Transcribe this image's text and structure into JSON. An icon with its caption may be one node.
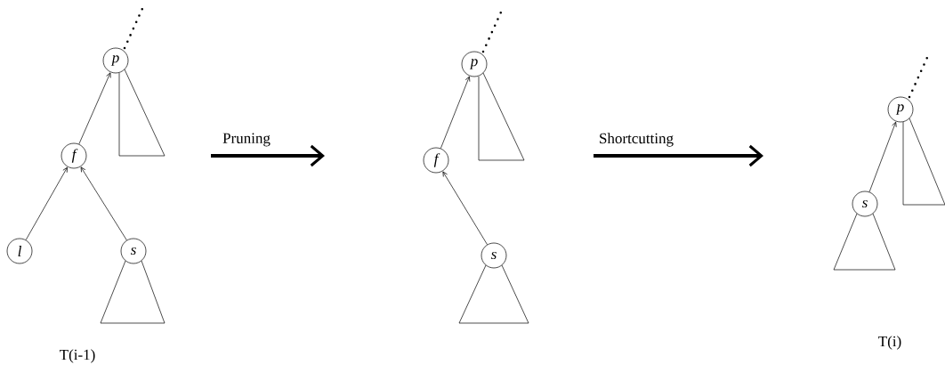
{
  "diagram": {
    "nodes": [
      {
        "text": [
          "p"
        ]
      },
      {
        "text": [
          "f"
        ]
      },
      {
        "text": [
          "l"
        ]
      },
      {
        "text": [
          "s"
        ]
      },
      {
        "text": [
          "p"
        ]
      },
      {
        "text": [
          "f"
        ]
      },
      {
        "text": [
          "s"
        ]
      },
      {
        "text": [
          "p"
        ]
      },
      {
        "text": [
          "s"
        ]
      }
    ],
    "edges": [
      {
        "from": 1,
        "to": 0,
        "arrow": "to"
      },
      {
        "from": 2,
        "to": 1,
        "arrow": "to"
      },
      {
        "from": 3,
        "to": 1,
        "arrow": "to"
      },
      {
        "from": 5,
        "to": 4,
        "arrow": "to"
      },
      {
        "from": 6,
        "to": 5,
        "arrow": "to"
      },
      {
        "from": 8,
        "to": 7,
        "arrow": "to"
      }
    ],
    "labels": [
      "Pruning",
      "Shortcutting",
      "T(i-1)",
      "T(i)"
    ]
  }
}
